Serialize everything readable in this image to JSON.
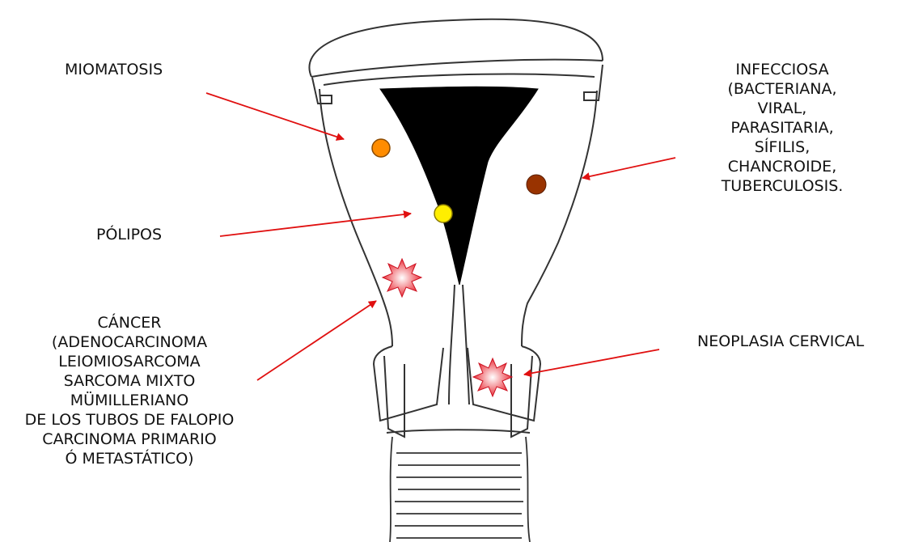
{
  "colors": {
    "arrow": "#e01010",
    "outline": "#333333",
    "cavity": "#000000",
    "miomatosis_dot": "#ff8c00",
    "polipos_dot": "#ffee00",
    "infecciosa_dot": "#993300",
    "lesion_starburst": "#e8202a"
  },
  "labels": {
    "miomatosis": "MIOMATOSIS",
    "polipos": "PÓLIPOS",
    "infecciosa": [
      "INFECCIOSA",
      "(BACTERIANA,",
      "VIRAL,",
      "PARASITARIA,",
      "SÍFILIS,",
      "CHANCROIDE,",
      "TUBERCULOSIS."
    ],
    "cancer": [
      "CÁNCER",
      "(ADENOCARCINOMA",
      "LEIOMIOSARCOMA",
      "SARCOMA MIXTO",
      "MÜMILLERIANO",
      "DE LOS TUBOS DE FALOPIO",
      "CARCINOMA PRIMARIO",
      "Ó METASTÁTICO)"
    ],
    "neoplasia": "NEOPLASIA CERVICAL"
  }
}
